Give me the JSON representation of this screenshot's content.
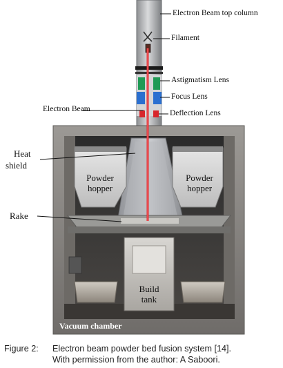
{
  "figure": {
    "labels": {
      "top_column": "Electron Beam top column",
      "filament": "Filament",
      "astigmatism": "Astigmatism Lens",
      "focus": "Focus Lens",
      "deflection": "Deflection Lens",
      "electron_beam": "Electron Beam",
      "heat_shield_1": "Heat",
      "heat_shield_2": "shield",
      "hopper_left_1": "Powder",
      "hopper_left_2": "hopper",
      "hopper_right_1": "Powder",
      "hopper_right_2": "hopper",
      "rake": "Rake",
      "build_tank_1": "Build",
      "build_tank_2": "tank",
      "vacuum_chamber": "Vacuum chamber"
    },
    "colors": {
      "beam": "#e0262c",
      "astigmatism_lens": "#1f9a55",
      "focus_lens": "#2a6fd0",
      "deflection_lens": "#d8262c"
    }
  },
  "caption": {
    "label": "Figure 2:",
    "line1": "Electron beam powder bed fusion system [14].",
    "line2": "With permission from the author: A Saboori."
  }
}
